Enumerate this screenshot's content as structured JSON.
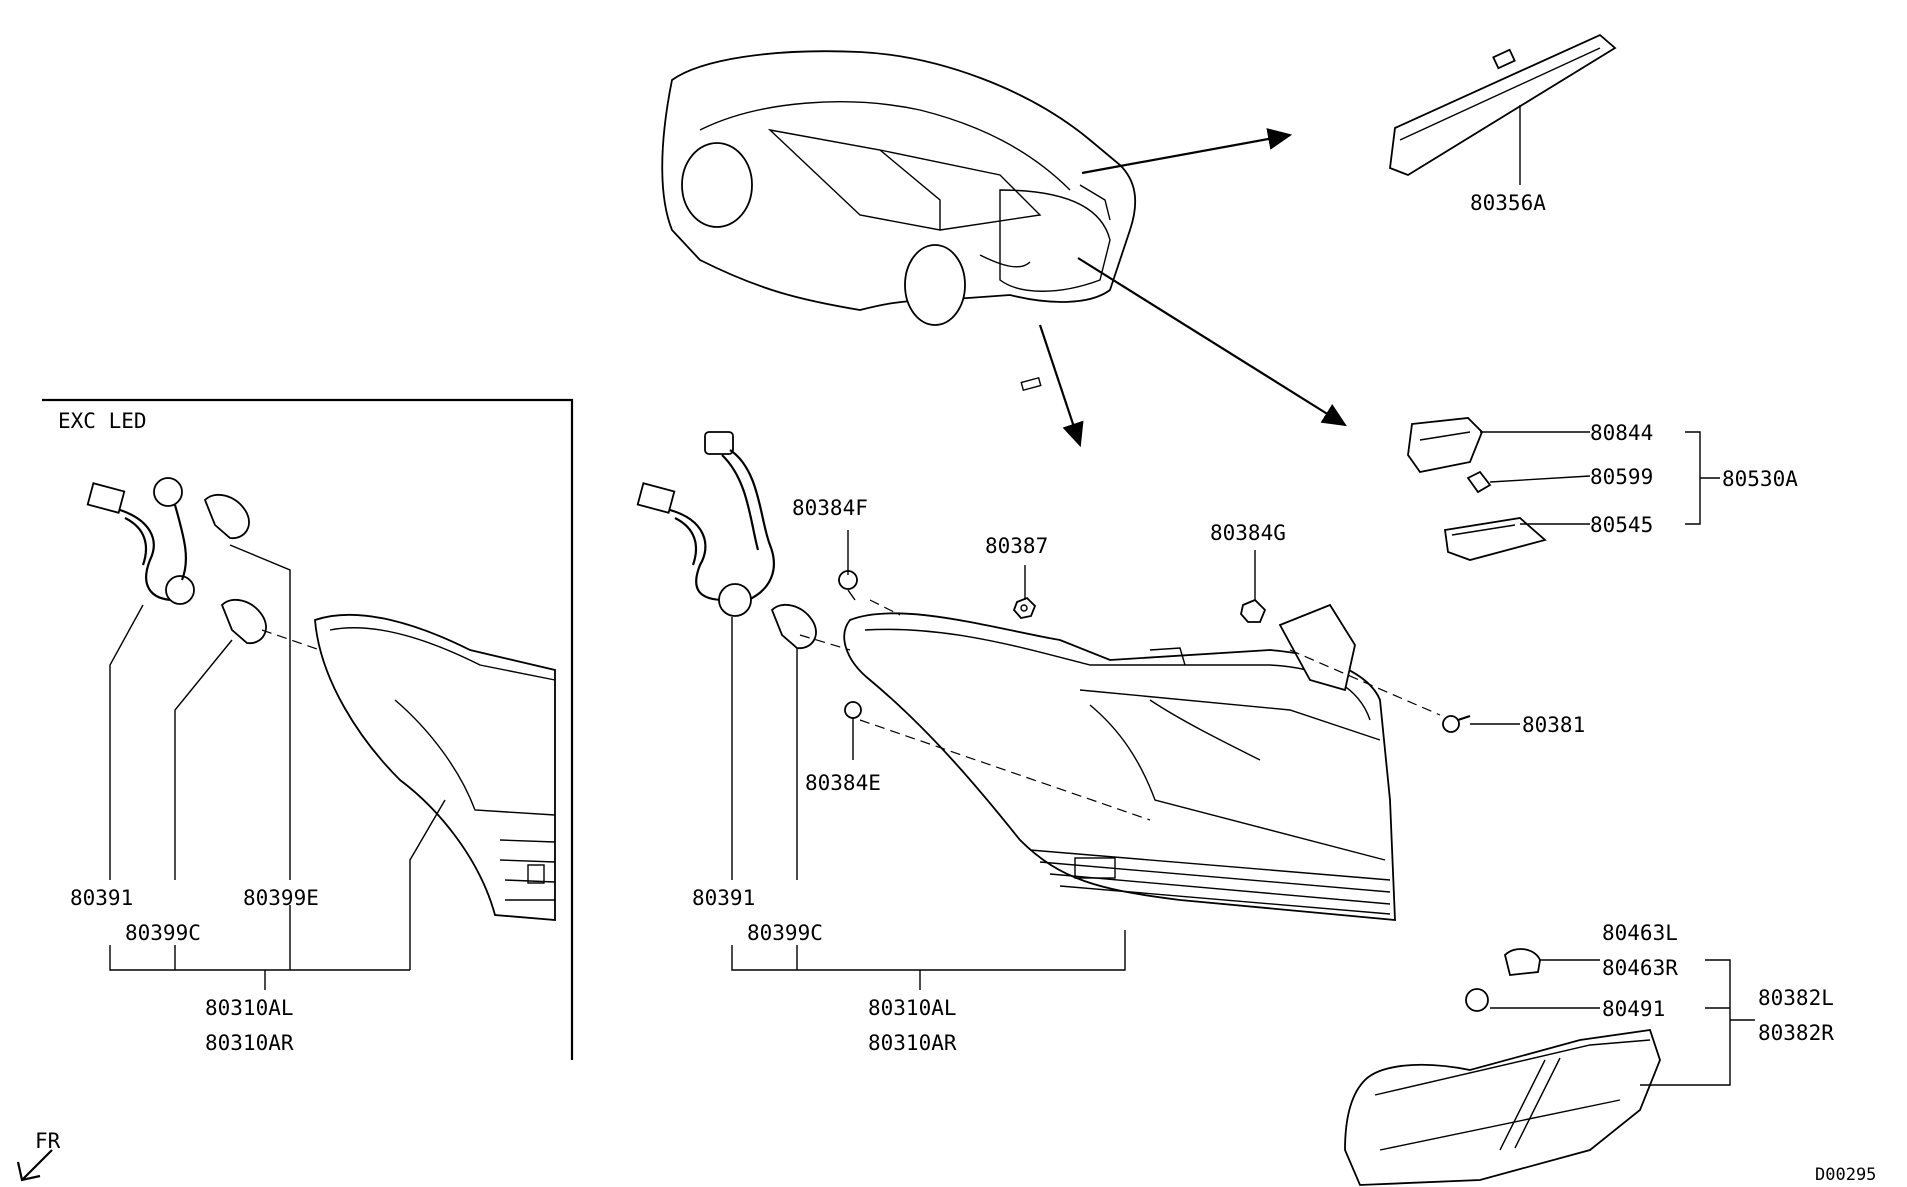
{
  "inset_title": "EXC LED",
  "direction_label": "FR",
  "diagram_code": "D00295",
  "parts": {
    "high_mount_stop_lamp": "80356A",
    "license_group": "80530A",
    "license_cover": "80844",
    "license_bulb": "80599",
    "license_lens": "80545",
    "screw": "80381",
    "clip_e": "80384E",
    "clip_f": "80384F",
    "clip_g": "80384G",
    "nut": "80387",
    "socket_wire": "80391",
    "bulb_c": "80399C",
    "bulb_e": "80399E",
    "tail_lamp_l": "80310AL",
    "tail_lamp_r": "80310AR",
    "socket_l": "80463L",
    "socket_r": "80463R",
    "fog_bulb": "80491",
    "fog_lamp_l": "80382L",
    "fog_lamp_r": "80382R"
  }
}
